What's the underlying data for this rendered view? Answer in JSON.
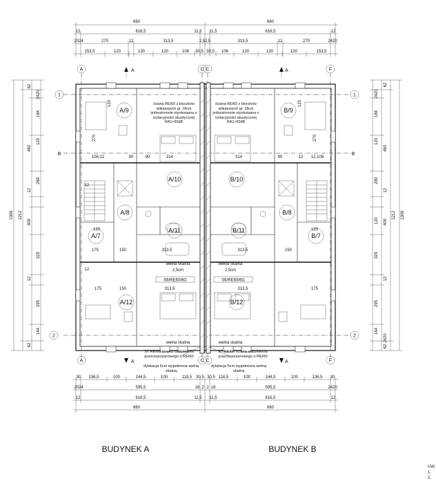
{
  "dims_top": {
    "row1": [
      "660",
      "660"
    ],
    "row2": [
      "12",
      "616,5",
      "11,5",
      "11,5",
      "616,5",
      "12"
    ],
    "row3": [
      "2024",
      "270",
      "12",
      "313,5",
      "2,5",
      "2,5",
      "313,5",
      "12",
      "270",
      "2420"
    ],
    "row4": [
      "153,5",
      "120",
      "130",
      "120",
      "106",
      "30,5",
      "30,5",
      "106",
      "120",
      "130",
      "120",
      "153,5"
    ]
  },
  "dims_bottom": {
    "row1": [
      "30",
      "136,5",
      "100",
      "144,5",
      "100",
      "118,5",
      "30,5",
      "30,5",
      "118,5",
      "100",
      "144,5",
      "100",
      "136,5",
      "30"
    ],
    "row2": [
      "2024",
      "595,5",
      "18",
      "2",
      "2",
      "18",
      "595,5",
      "2420"
    ],
    "row3": [
      "12",
      "616,5",
      "11,5",
      "11,5",
      "616,5",
      "12"
    ],
    "row4": [
      "660",
      "660"
    ]
  },
  "dims_left": {
    "outer": [
      "1306"
    ],
    "mid": [
      "1212"
    ],
    "inner": [
      "62",
      "2420",
      "184",
      "460",
      "120",
      "289",
      "12",
      "409",
      "329",
      "12",
      "295",
      "144",
      "62"
    ]
  },
  "dims_right": {
    "outer": [
      "1306"
    ],
    "mid": [
      "1212"
    ],
    "inner": [
      "62",
      "2420",
      "184",
      "460",
      "120",
      "289",
      "12",
      "409",
      "120",
      "329",
      "12",
      "295",
      "144",
      "2420",
      "62"
    ]
  },
  "axes": {
    "cols": [
      "A",
      "C",
      "C",
      "F"
    ],
    "rows": [
      "1",
      "2"
    ],
    "section": [
      "A",
      "B"
    ]
  },
  "rooms_a": [
    "A/9",
    "A/10",
    "A/8",
    "A/11",
    "A/7",
    "A/12"
  ],
  "rooms_b": [
    "B/9",
    "B/10",
    "B/8",
    "B/11",
    "B/7",
    "B/12"
  ],
  "notes": {
    "wall_a": "ściana REI60 z bloczków silikatowych gr. 18cm jednostronnie otynkowana o izolacyjności akustycznej RA1>50dB",
    "wall_b": "ściana REI60 z bloczków silikatowych gr. 18cm jednostronnie otynkowana o izolacyjności akustycznej RA1>50dB",
    "wool_1": "wełna skalna",
    "wool_2": "2,5cm",
    "wool_3": "wełna skalna",
    "bottom_a": "S7 REI60 ściana oddzielenia przeciwpożarowego o REI60",
    "bottom_b": "S7 REI60 ściana oddzielenia przeciwpożarowego o REI60",
    "dil_a": "dylatacja 5cm wypełniona wełną skalną",
    "dil_b": "dylatacja 5cm wypełniona wełną skalną",
    "beam_a": "S6/RE60/6G",
    "beam_b": "S6/RE60/6G"
  },
  "room_dims": {
    "a": [
      "108,12",
      "90",
      "314",
      "90",
      "12",
      "175",
      "150",
      "313,5",
      "150",
      "175",
      "313,5",
      "120",
      "12",
      "270",
      "120"
    ],
    "b": [
      "314",
      "90",
      "12",
      "12,108",
      "313,5",
      "150",
      "175",
      "313,5",
      "120",
      "270",
      "120"
    ]
  },
  "titles": {
    "a": "BUDYNEK A",
    "b": "BUDYNEK B"
  },
  "corner_text": [
    "UW",
    "1.",
    "2."
  ]
}
